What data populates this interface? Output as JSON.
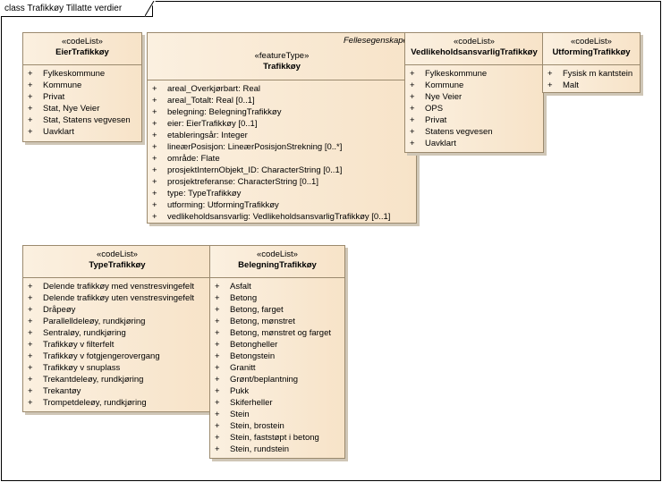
{
  "frame": {
    "title": "class Trafikkøy Tillatte verdier"
  },
  "classes": {
    "eier": {
      "stereotype": "«codeList»",
      "name": "EierTrafikkøy",
      "items": [
        "Fylkeskommune",
        "Kommune",
        "Privat",
        "Stat, Nye Veier",
        "Stat, Statens vegvesen",
        "Uavklart"
      ]
    },
    "trafikkoy": {
      "package": "Fellesegenskaper",
      "stereotype": "«featureType»",
      "name": "Trafikkøy",
      "items": [
        "areal_Overkjørbart: Real",
        "areal_Totalt: Real [0..1]",
        "belegning: BelegningTrafikkøy",
        "eier: EierTrafikkøy [0..1]",
        "etableringsår: Integer",
        "lineærPosisjon: LineærPosisjonStrekning [0..*]",
        "område: Flate",
        "prosjektInternObjekt_ID: CharacterString [0..1]",
        "prosjektreferanse: CharacterString [0..1]",
        "type: TypeTrafikkøy",
        "utforming: UtformingTrafikkøy",
        "vedlikeholdsansvarlig: VedlikeholdsansvarligTrafikkøy [0..1]"
      ]
    },
    "vedlikehold": {
      "stereotype": "«codeList»",
      "name": "VedlikeholdsansvarligTrafikkøy",
      "items": [
        "Fylkeskommune",
        "Kommune",
        "Nye Veier",
        "OPS",
        "Privat",
        "Statens vegvesen",
        "Uavklart"
      ]
    },
    "utforming": {
      "stereotype": "«codeList»",
      "name": "UtformingTrafikkøy",
      "items": [
        "Fysisk m kantstein",
        "Malt"
      ]
    },
    "type": {
      "stereotype": "«codeList»",
      "name": "TypeTrafikkøy",
      "items": [
        "Delende trafikkøy med venstresvingefelt",
        "Delende trafikkøy uten venstresvingefelt",
        "Dråpeøy",
        "Parallelldeleøy, rundkjøring",
        "Sentraløy, rundkjøring",
        "Trafikkøy v filterfelt",
        "Trafikkøy v fotgjengerovergang",
        "Trafikkøy v snuplass",
        "Trekantdeleøy, rundkjøring",
        "Trekantøy",
        "Trompetdeleøy, rundkjøring"
      ]
    },
    "belegning": {
      "stereotype": "«codeList»",
      "name": "BelegningTrafikkøy",
      "items": [
        "Asfalt",
        "Betong",
        "Betong, farget",
        "Betong, mønstret",
        "Betong, mønstret og farget",
        "Betongheller",
        "Betongstein",
        "Granitt",
        "Grønt/beplantning",
        "Pukk",
        "Skiferheller",
        "Stein",
        "Stein, brostein",
        "Stein, faststøpt i betong",
        "Stein, rundstein"
      ]
    }
  },
  "visibility_symbol": "+"
}
